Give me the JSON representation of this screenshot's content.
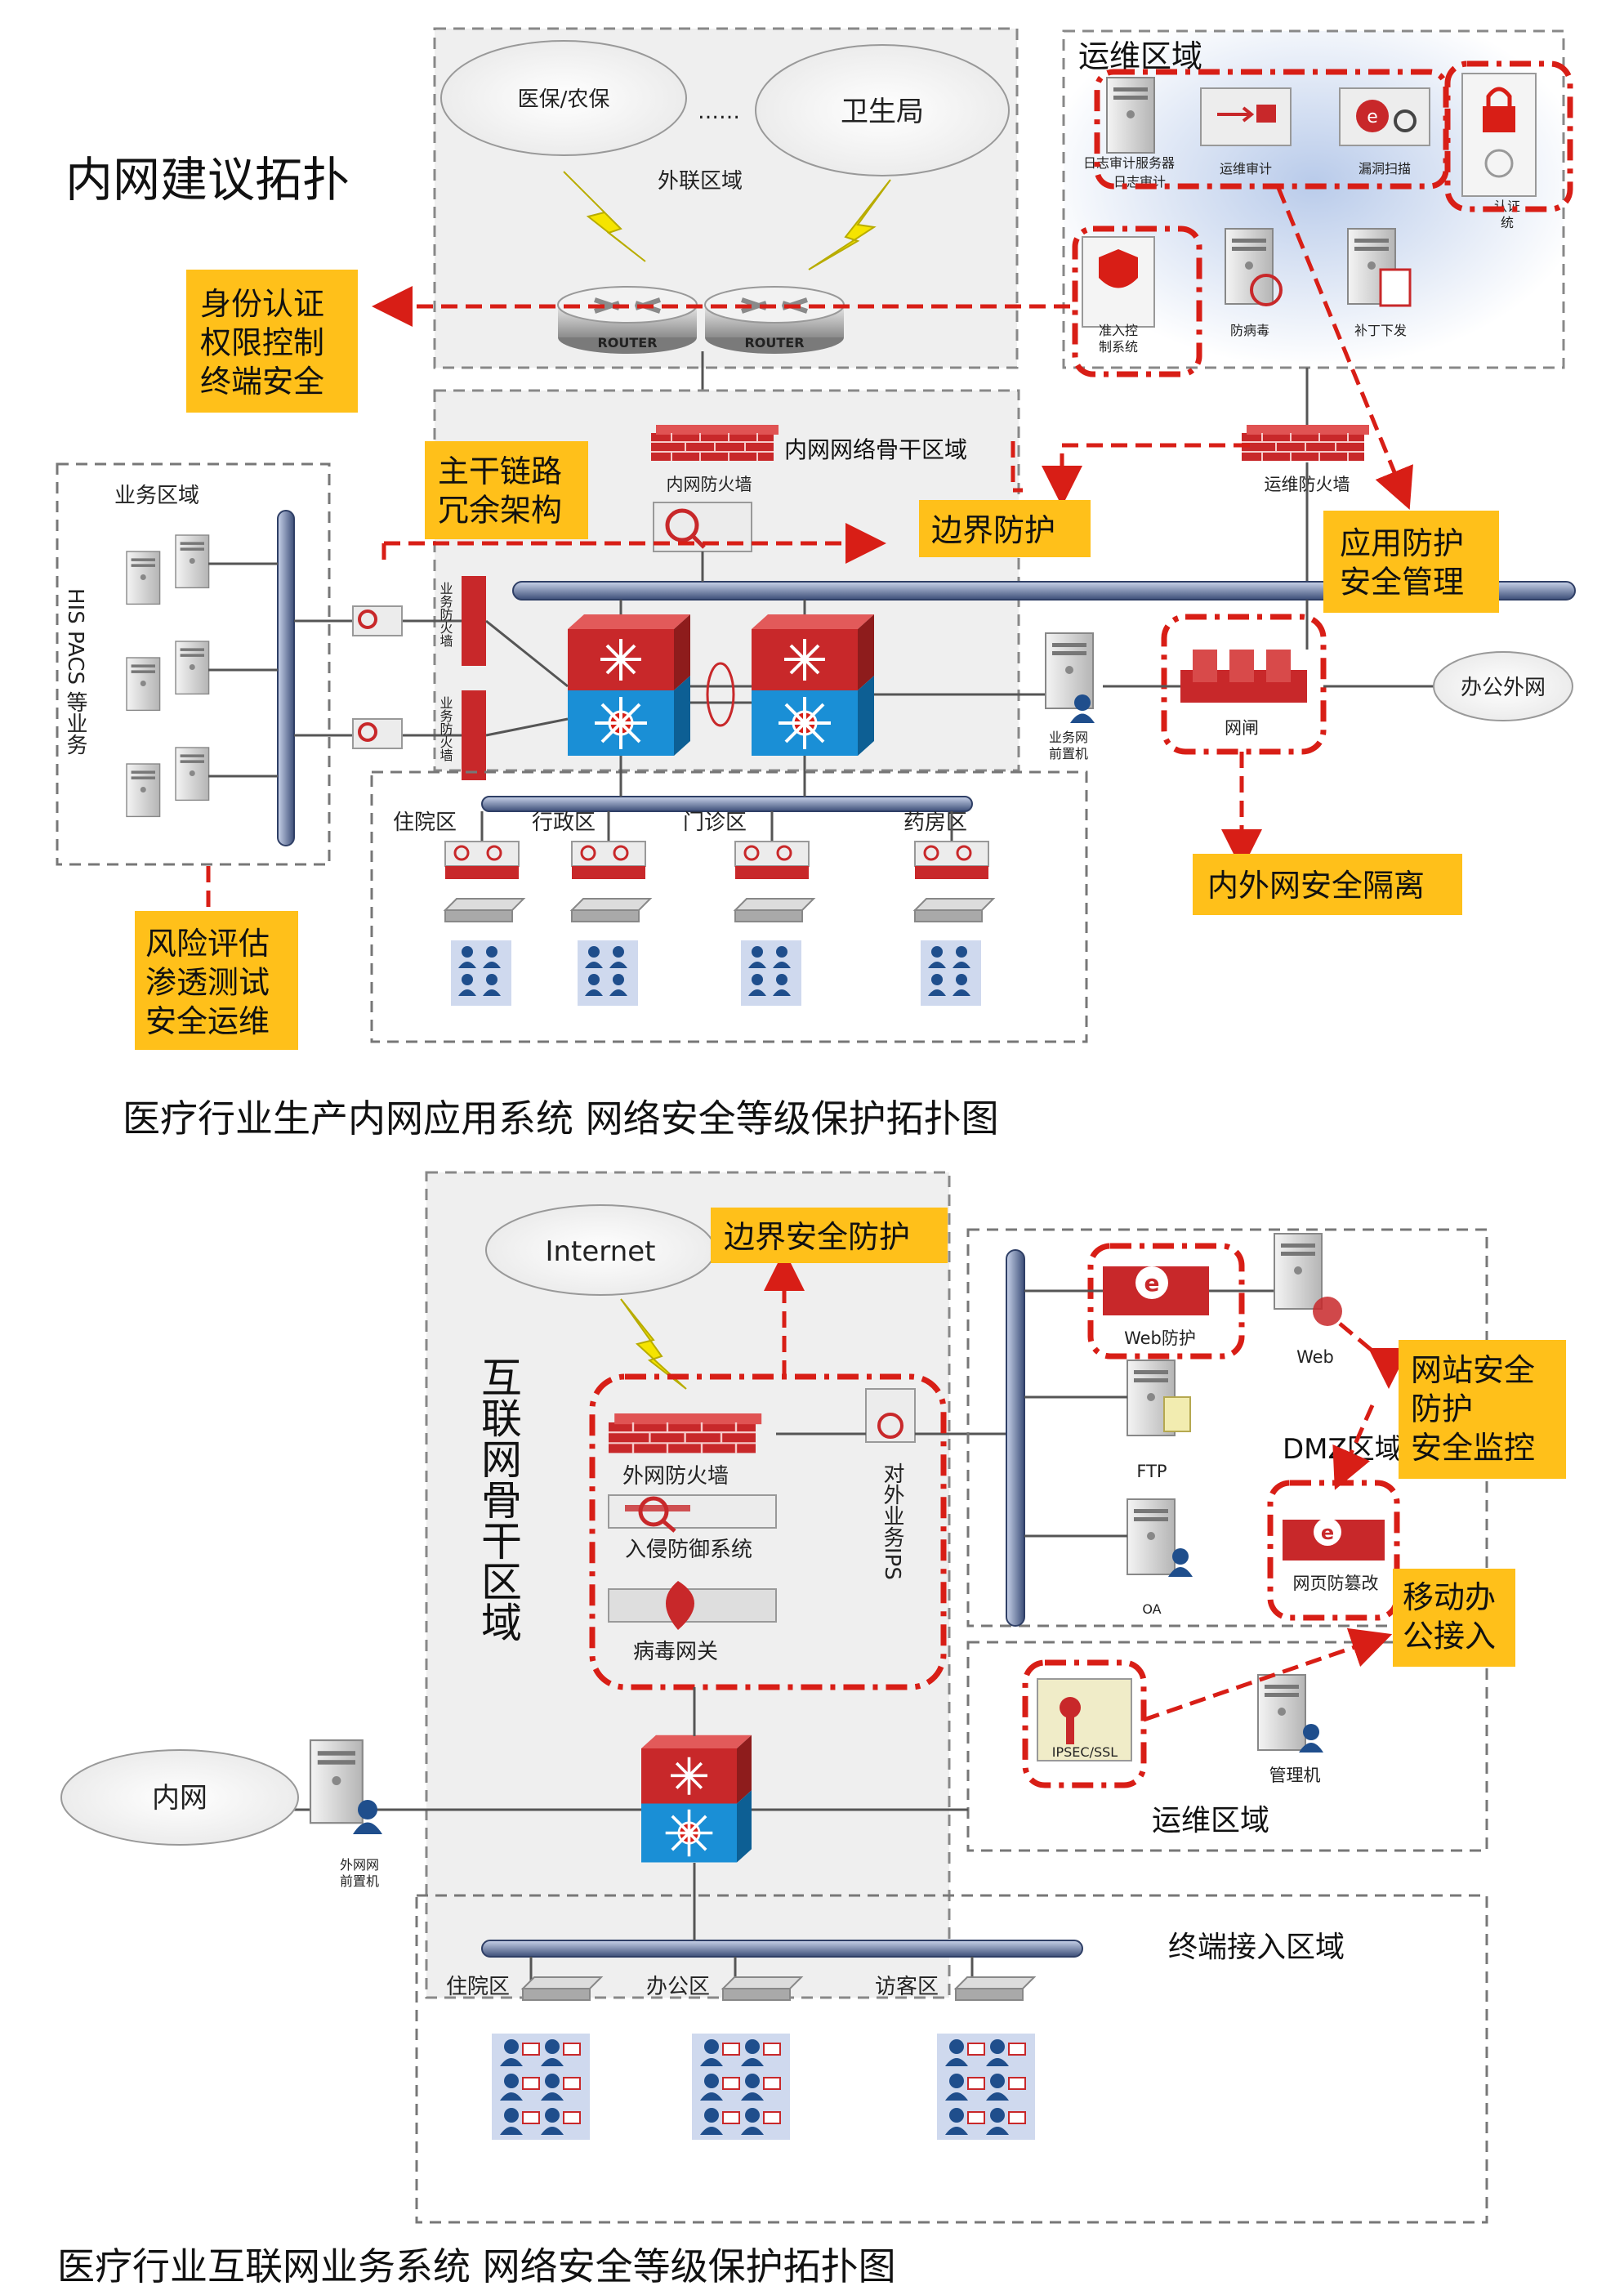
{
  "diagram1": {
    "title": "内网建议拓扑",
    "caption": "医疗行业生产内网应用系统 网络安全等级保护拓扑图",
    "zones": {
      "external": "外联区域",
      "ops": "运维区域",
      "backbone": "内网网络骨干区域",
      "business": "业务区域"
    },
    "clouds": {
      "insurance": "医保/农保",
      "ellipsis": "……",
      "health_bureau": "卫生局",
      "office_external": "办公外网"
    },
    "devices": {
      "router_label": "ROUTER",
      "log_audit": "日志审计服务器",
      "log_audit_short": "日志审计",
      "ops_audit": "运维审计",
      "vuln_scan": "漏洞扫描",
      "auth": "认证系统",
      "auth_visible": "认证\n统",
      "nac": "准入控\n制系统",
      "antivirus": "防病毒",
      "patch": "补丁下发",
      "inner_firewall": "内网防火墙",
      "ops_firewall": "运维防火墙",
      "biz_firewall": "业务防火墙",
      "biz_front": "业务网\n前置机",
      "gatekeeper": "网闸"
    },
    "business_vertical": "HIS  PACS  等业务",
    "areas": [
      "住院区",
      "行政区",
      "门诊区",
      "药房区"
    ],
    "callouts": {
      "identity": "身份认证\n权限控制\n终端安全",
      "backbone": "主干链路\n冗余架构",
      "boundary": "边界防护",
      "app_protect": "应用防护\n安全管理",
      "isolation": "内外网安全隔离",
      "risk": "风险评估\n渗透测试\n安全运维"
    }
  },
  "diagram2": {
    "caption": "医疗行业互联网业务系统 网络安全等级保护拓扑图",
    "zones": {
      "backbone": "互联网骨干区域",
      "dmz": "DMZ区域",
      "ops": "运维区域",
      "terminal": "终端接入区域"
    },
    "clouds": {
      "internet": "Internet",
      "intranet": "内网"
    },
    "devices": {
      "outer_firewall": "外网防火墙",
      "ids": "入侵防御系统",
      "av_gateway": "病毒网关",
      "ips": "对外业务IPS",
      "web_protect": "Web防护",
      "web": "Web",
      "ftp": "FTP",
      "oa": "OA",
      "anti_tamper": "网页防篡改",
      "vpn": "IPSEC/SSL",
      "mgmt": "管理机",
      "ext_front": "外网网\n前置机"
    },
    "areas": [
      "住院区",
      "办公区",
      "访客区"
    ],
    "callouts": {
      "boundary": "边界安全防护",
      "website": "网站安全\n防护\n安全监控",
      "mobile": "移动办\n公接入"
    }
  },
  "colors": {
    "callout_bg": "#ffc01a",
    "red_dash": "#d81e16",
    "zone_gray": "#efefef",
    "switch_blue": "#1a8fd6",
    "firewall_red": "#c8282a"
  }
}
